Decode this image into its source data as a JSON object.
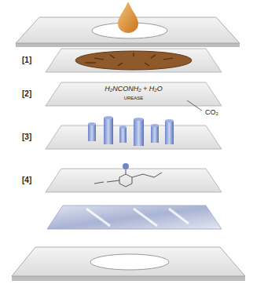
{
  "diagram": {
    "labels": [
      "[1]",
      "[2]",
      "[3]",
      "[4]",
      "H₂NCONH₂ + H₂O",
      "UREASE",
      "CO₂"
    ]
  }
}
